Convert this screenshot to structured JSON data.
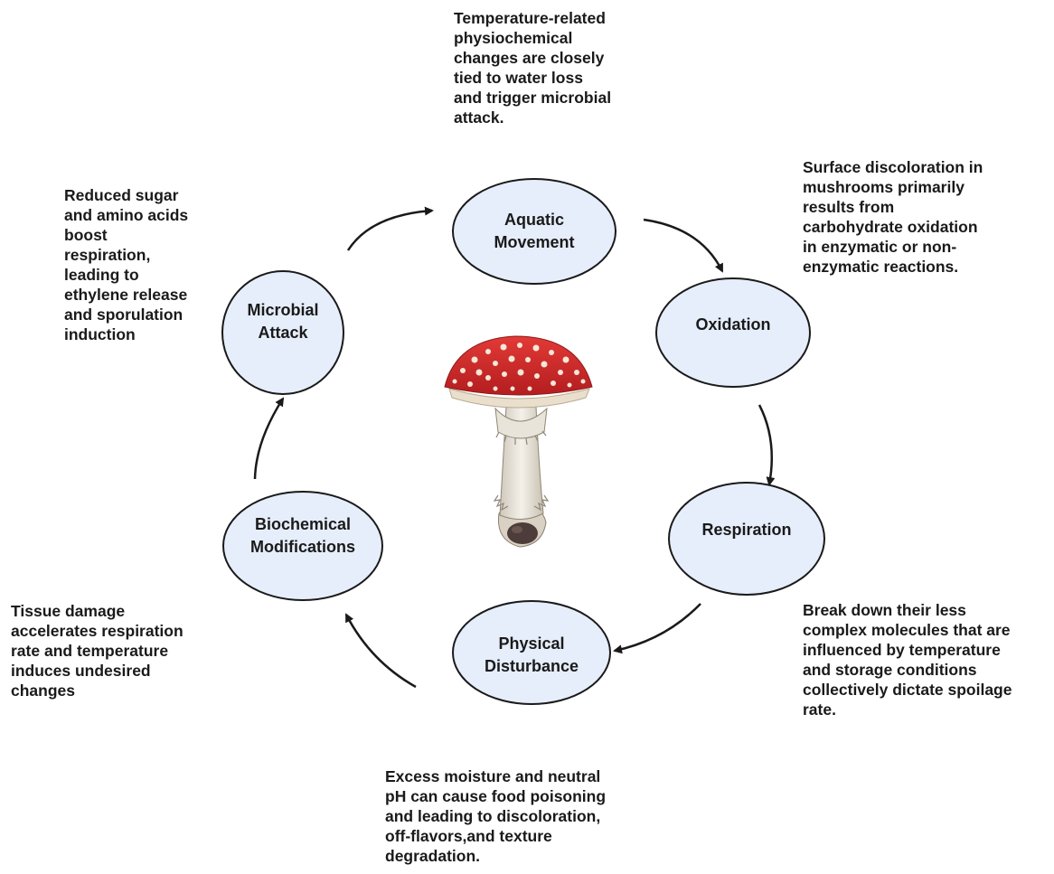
{
  "cycle": {
    "stages": [
      {
        "id": "aquatic-movement",
        "label": "Aquatic\nMovement"
      },
      {
        "id": "oxidation",
        "label": "Oxidation"
      },
      {
        "id": "respiration",
        "label": "Respiration"
      },
      {
        "id": "physical-disturbance",
        "label": "Physical\nDisturbance"
      },
      {
        "id": "biochemical-modifications",
        "label": "Biochemical\nModifications"
      },
      {
        "id": "microbial-attack",
        "label": "Microbial\nAttack"
      }
    ],
    "notes": {
      "aquatic_movement": "Temperature-related\nphysiochemical\nchanges are closely\ntied to water loss\nand trigger microbial\nattack.",
      "oxidation": "Surface discoloration in\nmushrooms primarily\nresults from\ncarbohydrate oxidation\nin enzymatic or non-\nenzymatic reactions.",
      "respiration": "Break down their less\ncomplex molecules that are\ninfluenced by temperature\nand storage conditions\ncollectively dictate spoilage\nrate.",
      "physical_disturbance": "Excess moisture and neutral\npH can cause food poisoning\nand leading to discoloration,\noff-flavors,and texture\ndegradation.",
      "biochemical_modifications": "Tissue damage\naccelerates respiration\nrate and temperature\ninduces undesired\nchanges",
      "microbial_attack": "Reduced sugar\nand amino acids\nboost\nrespiration,\nleading to\nethylene release\nand sporulation\ninduction"
    }
  },
  "colors": {
    "node_fill": "#e6eefb",
    "node_stroke": "#1a1a1a",
    "arrow": "#1a1a1a",
    "mushroom_cap": "#d42a2a",
    "mushroom_spots": "#f4e7d6",
    "mushroom_stem": "#ece8df"
  },
  "icons": {
    "center": "mushroom-icon"
  }
}
